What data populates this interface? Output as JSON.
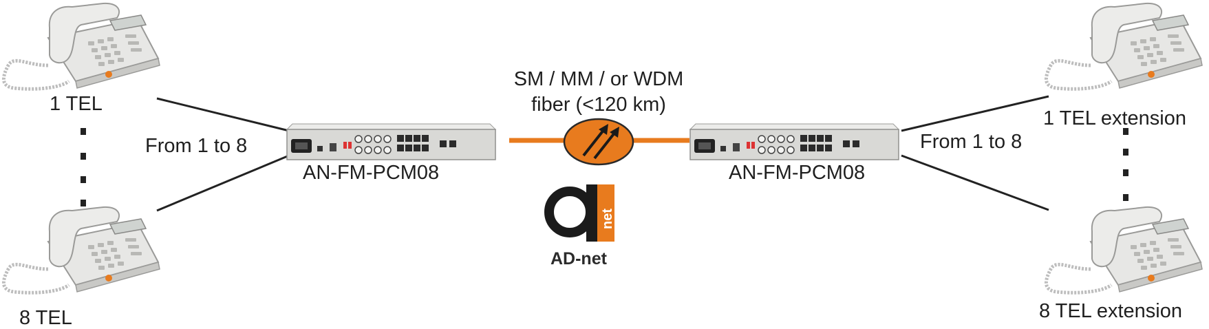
{
  "labels": {
    "left_top": "1 TEL",
    "left_bottom": "8 TEL",
    "left_range": "From 1 to 8",
    "left_device": "AN-FM-PCM08",
    "right_top": "1 TEL extension",
    "right_bottom": "8 TEL extension",
    "right_range": "From 1 to 8",
    "right_device": "AN-FM-PCM08",
    "fiber_line1": "SM / MM / or WDM",
    "fiber_line2": "fiber (<120 km)"
  },
  "logo": {
    "mark_text": "net",
    "brand": "AD-net"
  },
  "colors": {
    "fiber": "#e87b1e",
    "line": "#222222",
    "device": "#d9d9d6"
  },
  "icons": {
    "phone": "telephone-icon",
    "fiber_link": "fiber-link-icon",
    "logo": "adnet-logo-icon"
  }
}
